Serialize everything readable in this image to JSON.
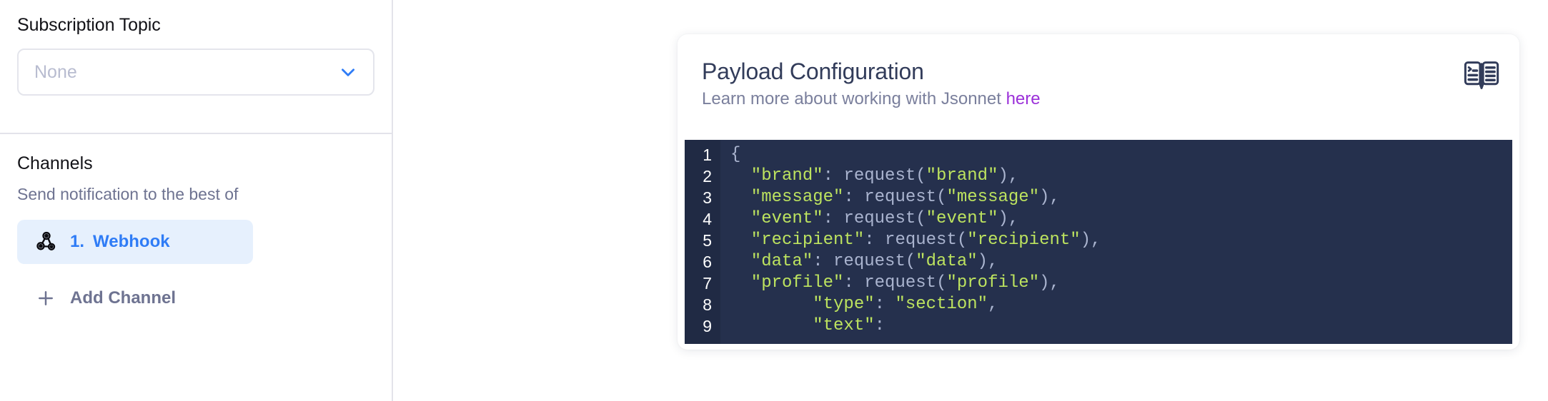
{
  "sidebar": {
    "topic": {
      "label": "Subscription Topic",
      "select_value": "None",
      "chevron_icon": "chevron-down-icon"
    },
    "channels": {
      "title": "Channels",
      "subtitle": "Send notification to the best of",
      "items": [
        {
          "index": "1.",
          "label": "Webhook",
          "icon": "webhook-icon"
        }
      ],
      "add_label": "Add Channel",
      "add_icon": "plus-icon"
    }
  },
  "card": {
    "title": "Payload Configuration",
    "subtitle_prefix": "Learn more about working with Jsonnet ",
    "subtitle_link": "here",
    "docs_icon": "book-terminal-icon",
    "code": {
      "lines": [
        {
          "n": "1",
          "parts": [
            {
              "t": "punc",
              "v": "{"
            }
          ]
        },
        {
          "n": "2",
          "parts": [
            {
              "t": "key",
              "v": "  \"brand\""
            },
            {
              "t": "punc",
              "v": ": "
            },
            {
              "t": "fn",
              "v": "request("
            },
            {
              "t": "str",
              "v": "\"brand\""
            },
            {
              "t": "fn",
              "v": "),"
            }
          ]
        },
        {
          "n": "3",
          "parts": [
            {
              "t": "key",
              "v": "  \"message\""
            },
            {
              "t": "punc",
              "v": ": "
            },
            {
              "t": "fn",
              "v": "request("
            },
            {
              "t": "str",
              "v": "\"message\""
            },
            {
              "t": "fn",
              "v": "),"
            }
          ]
        },
        {
          "n": "4",
          "parts": [
            {
              "t": "key",
              "v": "  \"event\""
            },
            {
              "t": "punc",
              "v": ": "
            },
            {
              "t": "fn",
              "v": "request("
            },
            {
              "t": "str",
              "v": "\"event\""
            },
            {
              "t": "fn",
              "v": "),"
            }
          ]
        },
        {
          "n": "5",
          "parts": [
            {
              "t": "key",
              "v": "  \"recipient\""
            },
            {
              "t": "punc",
              "v": ": "
            },
            {
              "t": "fn",
              "v": "request("
            },
            {
              "t": "str",
              "v": "\"recipient\""
            },
            {
              "t": "fn",
              "v": "),"
            }
          ]
        },
        {
          "n": "6",
          "parts": [
            {
              "t": "key",
              "v": "  \"data\""
            },
            {
              "t": "punc",
              "v": ": "
            },
            {
              "t": "fn",
              "v": "request("
            },
            {
              "t": "str",
              "v": "\"data\""
            },
            {
              "t": "fn",
              "v": "),"
            }
          ]
        },
        {
          "n": "7",
          "parts": [
            {
              "t": "key",
              "v": "  \"profile\""
            },
            {
              "t": "punc",
              "v": ": "
            },
            {
              "t": "fn",
              "v": "request("
            },
            {
              "t": "str",
              "v": "\"profile\""
            },
            {
              "t": "fn",
              "v": "),"
            }
          ]
        },
        {
          "n": "8",
          "parts": [
            {
              "t": "key",
              "v": "        \"type\""
            },
            {
              "t": "punc",
              "v": ": "
            },
            {
              "t": "str",
              "v": "\"section\""
            },
            {
              "t": "punc",
              "v": ","
            }
          ]
        },
        {
          "n": "9",
          "parts": [
            {
              "t": "key",
              "v": "        \"text\""
            },
            {
              "t": "punc",
              "v": ":"
            }
          ]
        }
      ]
    }
  },
  "colors": {
    "accent_blue": "#2f7cf6",
    "link_purple": "#9b30d9",
    "code_bg": "#25304d",
    "code_gutter": "#202a44",
    "code_key": "#bde35f",
    "code_punct": "#aab4cf",
    "chip_bg": "#e6f0fd",
    "title_navy": "#323c5a"
  }
}
